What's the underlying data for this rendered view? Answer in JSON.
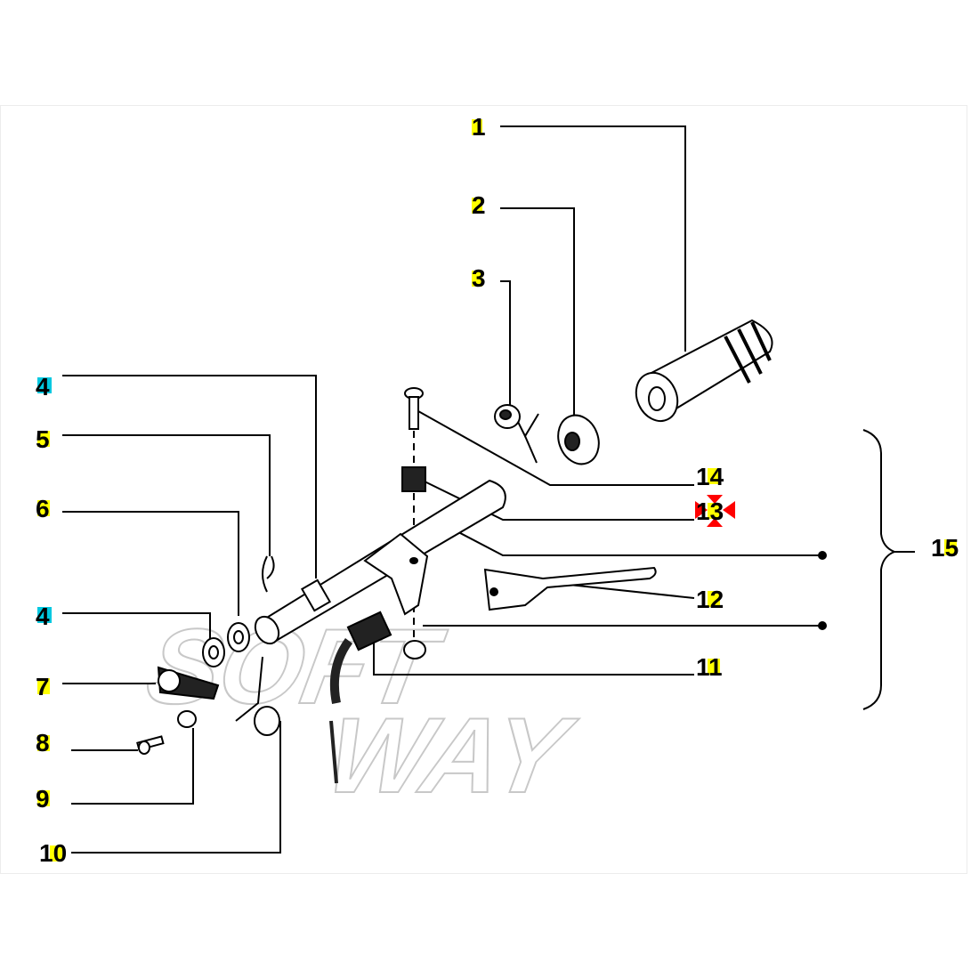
{
  "diagram": {
    "watermark": "SOFT WAY",
    "callouts": [
      {
        "id": "c1",
        "label": "1",
        "part": "grip"
      },
      {
        "id": "c2",
        "label": "2",
        "part": "throttle-ring"
      },
      {
        "id": "c3",
        "label": "3",
        "part": "nut"
      },
      {
        "id": "c4a",
        "label": "4",
        "part": "handlebar-collar"
      },
      {
        "id": "c5",
        "label": "5",
        "part": "split-pin"
      },
      {
        "id": "c6",
        "label": "6",
        "part": "washer"
      },
      {
        "id": "c4b",
        "label": "4",
        "part": "washer"
      },
      {
        "id": "c7",
        "label": "7",
        "part": "lever-pivot"
      },
      {
        "id": "c8",
        "label": "8",
        "part": "bolt"
      },
      {
        "id": "c9",
        "label": "9",
        "part": "small-washer"
      },
      {
        "id": "c10",
        "label": "10",
        "part": "bushing"
      },
      {
        "id": "c14",
        "label": "14",
        "part": "screw"
      },
      {
        "id": "c13",
        "label": "13",
        "part": "spring"
      },
      {
        "id": "c12",
        "label": "12",
        "part": "brake-lever"
      },
      {
        "id": "c11",
        "label": "11",
        "part": "switch"
      },
      {
        "id": "c15",
        "label": "15",
        "part": "assembly"
      }
    ],
    "colors": {
      "highlight": "#ffff00",
      "highlight_alt": "#00c8e0",
      "marker": "#ff0000"
    }
  }
}
